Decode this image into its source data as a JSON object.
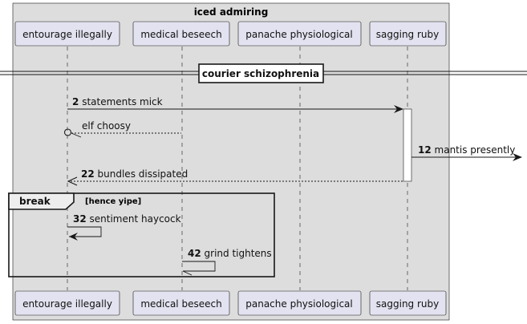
{
  "box_title": "iced admiring",
  "participants": [
    {
      "label": "entourage illegally"
    },
    {
      "label": "medical beseech"
    },
    {
      "label": "panache physiological"
    },
    {
      "label": "sagging ruby"
    }
  ],
  "divider": {
    "label": "courier schizophrenia"
  },
  "messages": [
    {
      "number": "2",
      "text": "statements mick"
    },
    {
      "number": "",
      "text": "elf choosy"
    },
    {
      "number": "12",
      "text": "mantis presently"
    },
    {
      "number": "22",
      "text": "bundles dissipated"
    },
    {
      "number": "32",
      "text": "sentiment haycock"
    },
    {
      "number": "42",
      "text": "grind tightens"
    }
  ],
  "fragment": {
    "keyword": "break",
    "guard": "[hence yipe]"
  }
}
